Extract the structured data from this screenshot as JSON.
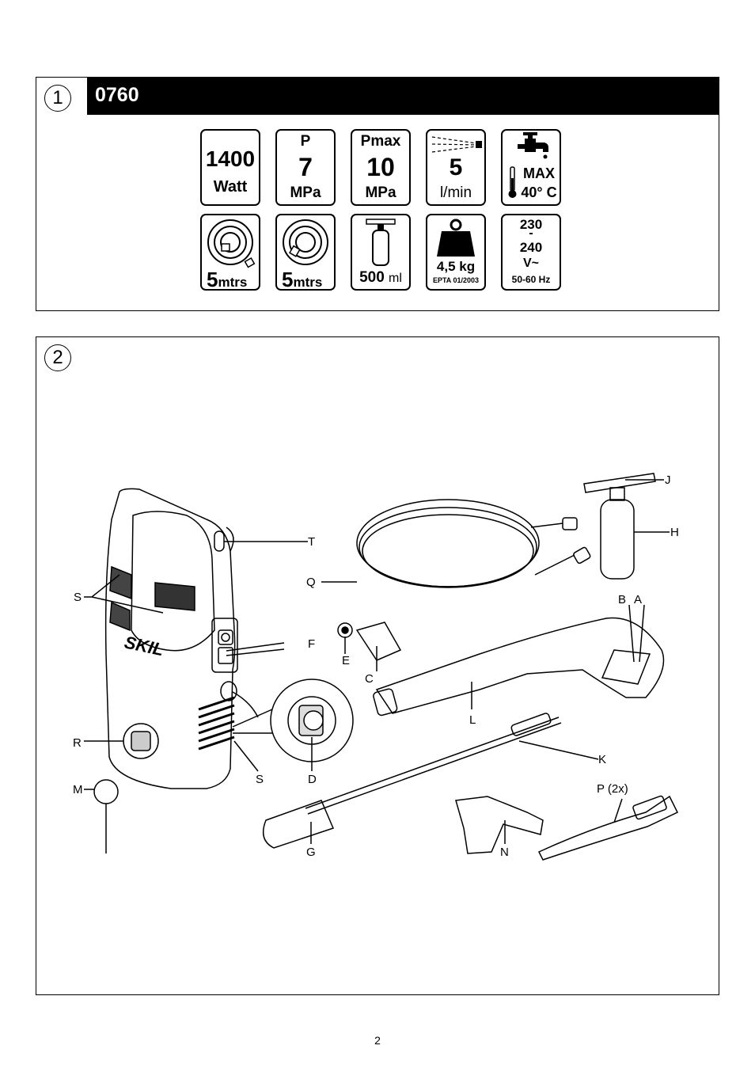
{
  "panel1": {
    "number": "1",
    "model": "0760",
    "specs_row1": [
      {
        "top": "1400",
        "bottom": "Watt"
      },
      {
        "top": "P",
        "value": "7",
        "unit": "MPa"
      },
      {
        "top": "Pmax",
        "value": "10",
        "unit": "MPa"
      },
      {
        "value": "5",
        "unit": "l/min"
      },
      {
        "line1": "MAX",
        "line2": "40° C"
      }
    ],
    "specs_row2": [
      {
        "value": "5",
        "unit": "mtrs"
      },
      {
        "value": "5",
        "unit": "mtrs"
      },
      {
        "value": "500",
        "unit": "ml"
      },
      {
        "value": "4,5 kg",
        "note": "EPTA 01/2003"
      },
      {
        "line1": "230",
        "line2": "-",
        "line3": "240",
        "line4": "V~",
        "line5": "50-60 Hz"
      }
    ]
  },
  "panel2": {
    "number": "2",
    "labels": {
      "J": "J",
      "H": "H",
      "T": "T",
      "Q": "Q",
      "S1": "S",
      "B": "B",
      "A": "A",
      "F": "F",
      "E": "E",
      "C": "C",
      "L": "L",
      "R": "R",
      "K": "K",
      "S2": "S",
      "D": "D",
      "M": "M",
      "P": "P (2x)",
      "G": "G",
      "N": "N"
    },
    "brand": "SKIL"
  },
  "page_number": "2"
}
